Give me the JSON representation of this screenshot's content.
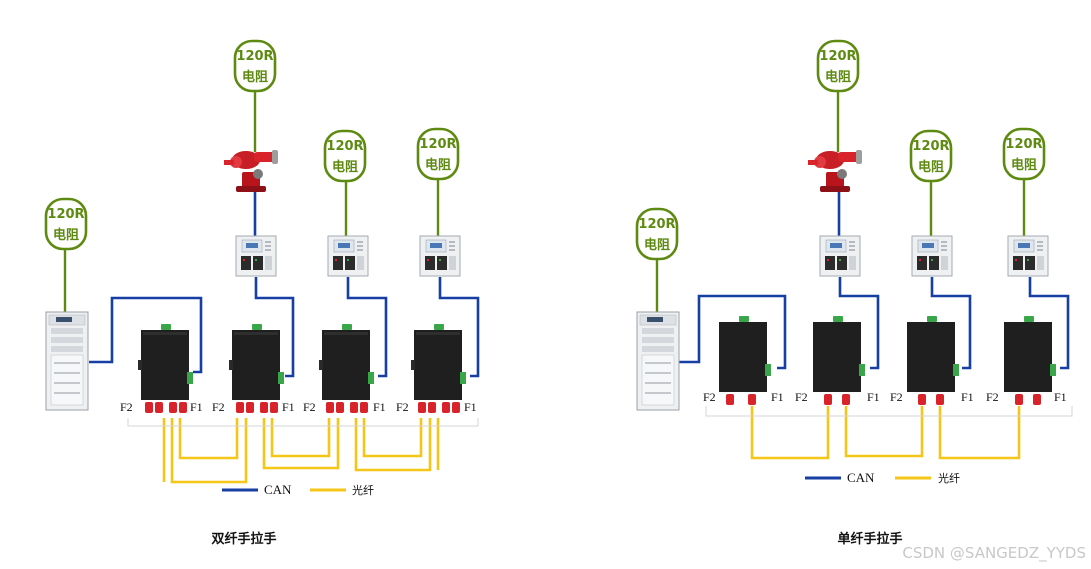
{
  "colors": {
    "can": "#173ea3",
    "fiber": "#f5c518",
    "resistor": "#5e8a12",
    "connector": "#d8232a",
    "switch_body": "#1f1f1f",
    "switch_led": "#3aa64a"
  },
  "resistor": {
    "line1": "120R",
    "line2": "电阻"
  },
  "ports": {
    "f1": "F1",
    "f2": "F2"
  },
  "legend": {
    "can_label": "CAN",
    "fiber_label": "光纤"
  },
  "diagrams": [
    {
      "caption": "双纤手拉手",
      "mode": "dual"
    },
    {
      "caption": "单纤手拉手",
      "mode": "single"
    }
  ],
  "watermark": "CSDN @SANGEDZ_YYDS",
  "icons": [
    "control-cabinet-icon",
    "fire-monitor-icon",
    "control-panel-icon",
    "fiber-switch-icon"
  ]
}
